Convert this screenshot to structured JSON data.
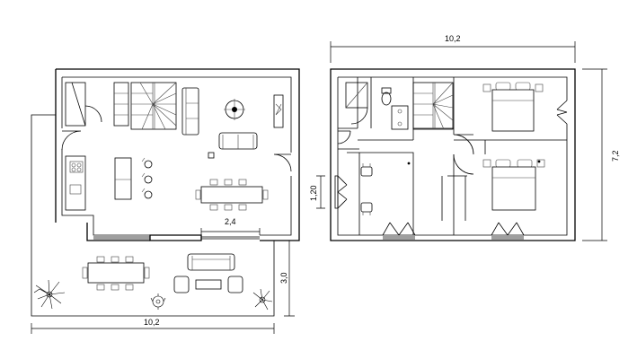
{
  "dimensions": {
    "ground_width_bottom": "10,2",
    "ground_terrace_depth": "3,0",
    "ground_opening": "2,4",
    "upper_width_top": "10,2",
    "upper_depth_right": "7,2",
    "upper_left_small": "1,20"
  }
}
